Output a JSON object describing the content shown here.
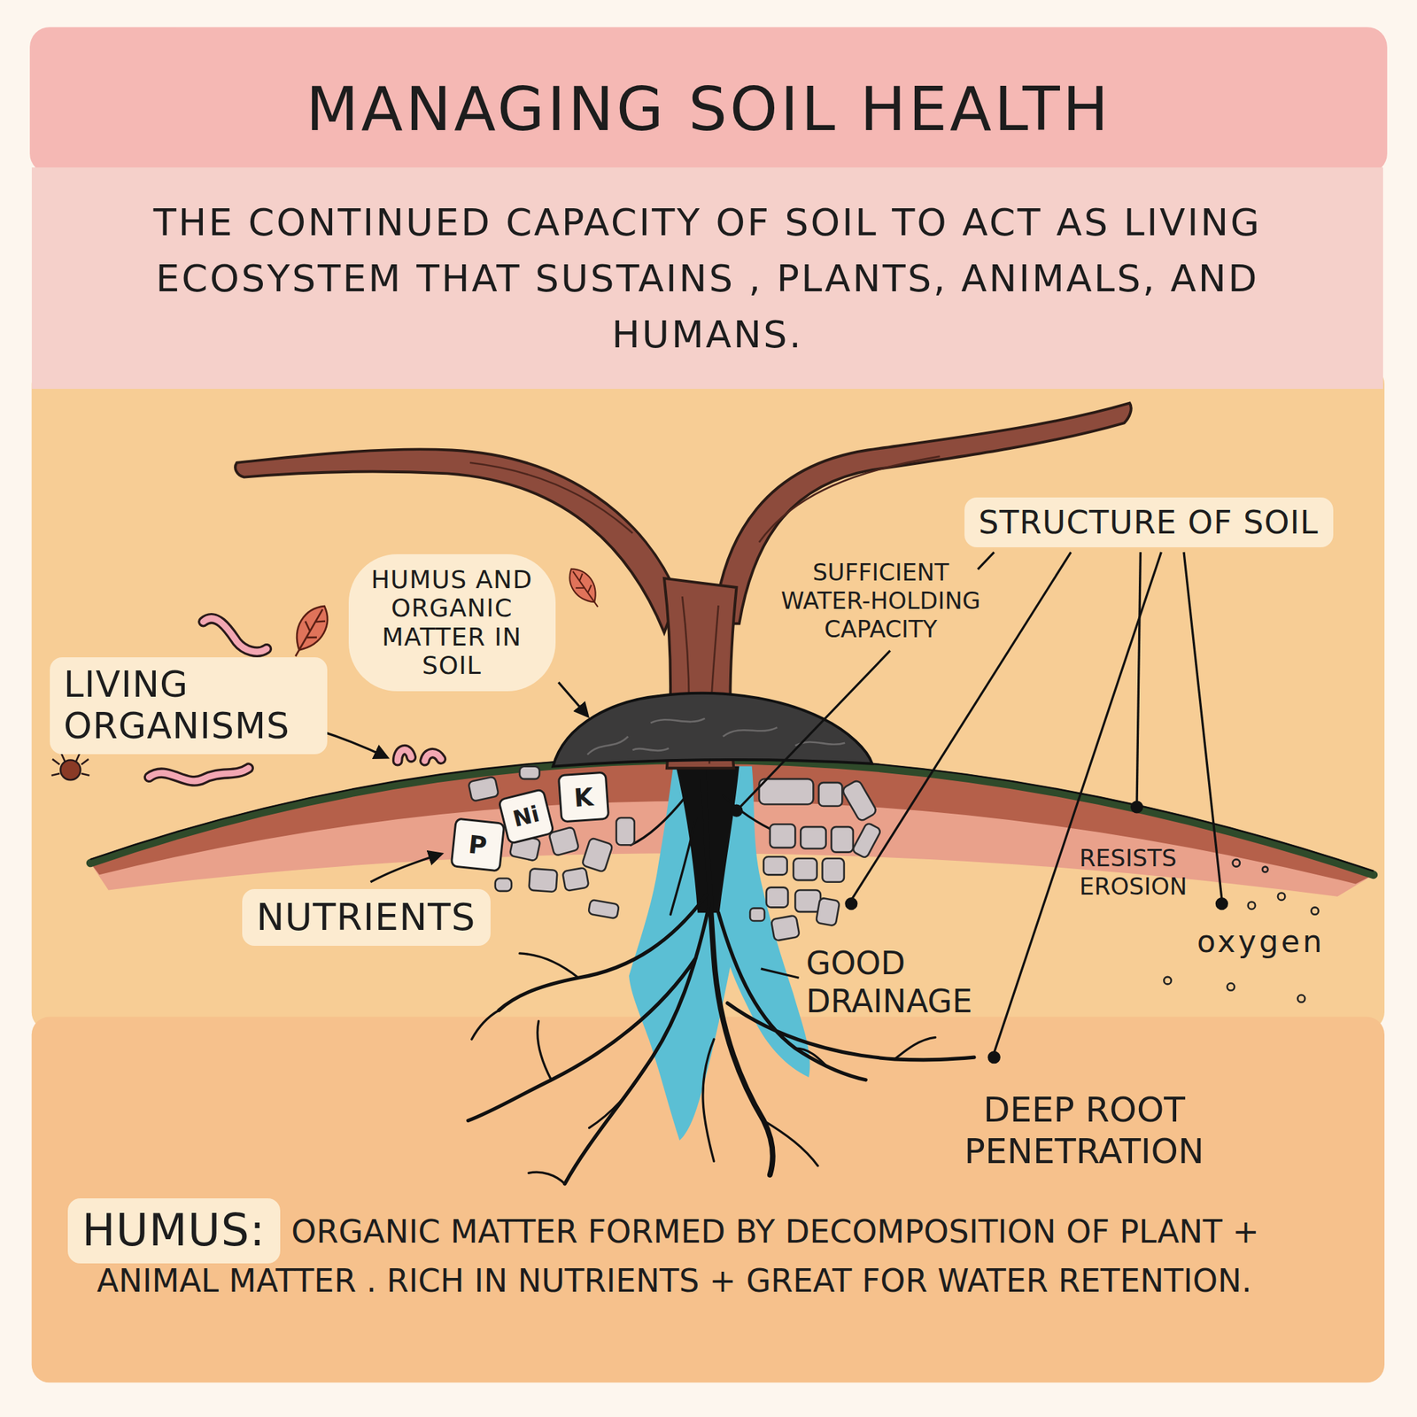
{
  "diagram": {
    "title": "MANAGING SOIL HEALTH",
    "nodes": [
      {
        "text": [
          "THE CONTINUED CAPACITY OF SOIL TO ACT AS LIVING ECOSYSTEM THAT SUSTAINS , PLANTS, ANIMALS, AND HUMANS."
        ]
      },
      {
        "text": [
          "STRUCTURE OF SOIL"
        ]
      },
      {
        "text": [
          "HUMUS AND ORGANIC MATTER IN SOIL"
        ]
      },
      {
        "text": [
          "LIVING ORGANISMS"
        ]
      },
      {
        "text": [
          "P"
        ]
      },
      {
        "text": [
          "Ni"
        ]
      },
      {
        "text": [
          "K"
        ]
      },
      {
        "text": [
          "NUTRIENTS"
        ]
      },
      {
        "text": [
          "HUMUS:"
        ]
      }
    ],
    "labels": [
      "SUFFICIENT WATER-HOLDING CAPACITY",
      "RESISTS EROSION",
      "GOOD DRAINAGE",
      "oxygen",
      "DEEP ROOT PENETRATION",
      "ORGANIC MATTER FORMED BY DECOMPOSITION OF PLANT + ANIMAL MATTER . RICH IN NUTRIENTS + GREAT FOR WATER RETENTION."
    ]
  }
}
